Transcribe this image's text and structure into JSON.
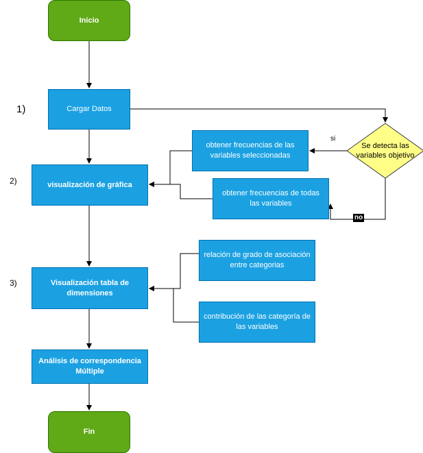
{
  "nodes": {
    "inicio": "Inicio",
    "cargar": "Cargar Datos",
    "decision": "Se detecta las variables objetivo",
    "frec_sel": "obtener frecuencias  de las variables seleccionadas",
    "frec_todas": "obtener frecuencias de todas las variables",
    "visual_grafica": "visualización de gráfica",
    "relacion": "relación de grado de asociación entre categorias",
    "contribucion": "contribución de las categoría de las variables",
    "tabla_dim": "Visualización tabla de dimensiones",
    "analisis": "Análisis de correspondencia Múltiple",
    "fin": "Fin"
  },
  "labels": {
    "si": "si",
    "no": "no"
  },
  "steps": {
    "s1": "1)",
    "s2": "2)",
    "s3": "3)"
  },
  "colors": {
    "terminal_fill": "#60a917",
    "process_fill": "#1ba1e2",
    "decision_fill": "#ffff88"
  }
}
